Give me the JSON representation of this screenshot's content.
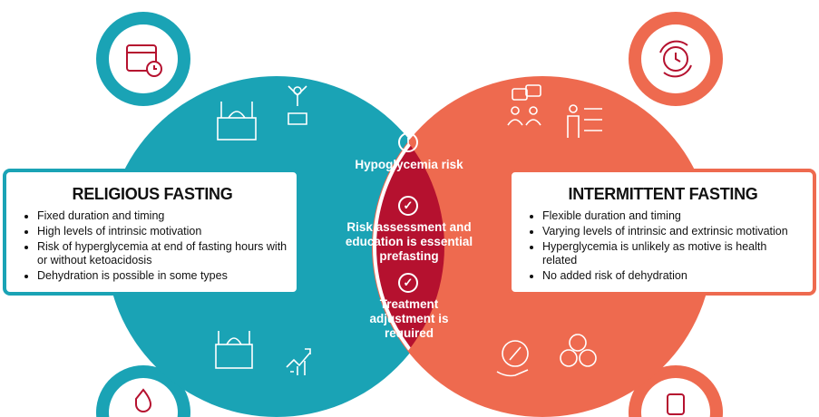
{
  "colors": {
    "religious": "#1aa3b5",
    "intermittent": "#ee6a4f",
    "overlap": "#b5112f"
  },
  "religious": {
    "title": "RELIGIOUS FASTING",
    "items": [
      "Fixed duration and timing",
      "High levels of intrinsic motivation",
      "Risk of hyperglycemia at end of fasting hours with or without ketoacidosis",
      "Dehydration is possible in some types"
    ]
  },
  "intermittent": {
    "title": "INTERMITTENT FASTING",
    "items": [
      "Flexible duration and timing",
      "Varying levels of intrinsic and extrinsic motivation",
      "Hyperglycemia is unlikely as motive is health related",
      "No added risk of dehydration"
    ]
  },
  "overlap": {
    "items": [
      {
        "icon": "exclamation-icon",
        "text": "Hypoglycemia risk"
      },
      {
        "icon": "check-icon",
        "text": "Risk assessment and education is essential prefasting"
      },
      {
        "icon": "check-icon",
        "text": "Treatment adjustment is required"
      }
    ]
  }
}
